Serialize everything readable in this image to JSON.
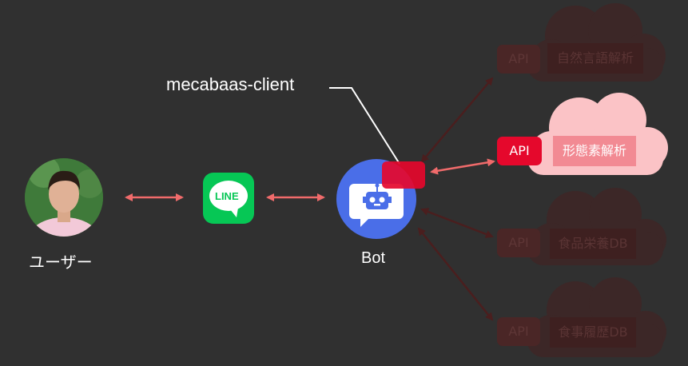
{
  "client_label": "mecabaas-client",
  "user_label": "ユーザー",
  "line_logo_text": "LINE",
  "bot_label": "Bot",
  "services": [
    {
      "api": "API",
      "name": "自然言語解析",
      "active": false
    },
    {
      "api": "API",
      "name": "形態素解析",
      "active": true
    },
    {
      "api": "API",
      "name": "食品栄養DB",
      "active": false
    },
    {
      "api": "API",
      "name": "食事履歴DB",
      "active": false
    }
  ],
  "colors": {
    "background": "#303030",
    "connector_arrow": "#f06b6b",
    "active_api_tag": "#e5082c",
    "active_cloud": "#fbc3c6",
    "active_service_box": "#f28a93",
    "bot_circle": "#4a6ee8",
    "line_green": "#06c755",
    "dim_arrow": "#4a1e1e"
  }
}
